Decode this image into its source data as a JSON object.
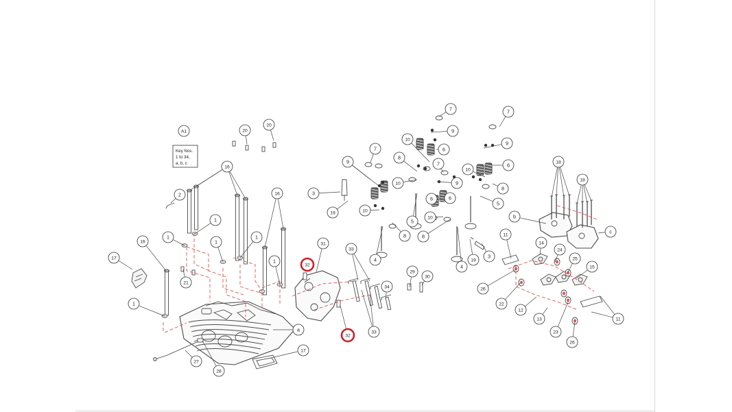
{
  "diagram": {
    "assembly_label": "A1",
    "key_note": [
      "Key Nos.",
      "1 to 34,",
      "a, b, c"
    ],
    "highlight_color": "#cc1f2a",
    "dash_color": "#e05050",
    "callouts": [
      {
        "id": "c7a",
        "text": "7"
      },
      {
        "id": "c7b",
        "text": "7"
      },
      {
        "id": "c9a",
        "text": "9"
      },
      {
        "id": "c9b",
        "text": "9"
      },
      {
        "id": "c10a",
        "text": "10"
      },
      {
        "id": "c6a",
        "text": "6"
      },
      {
        "id": "c6b",
        "text": "6"
      },
      {
        "id": "c7c",
        "text": "7"
      },
      {
        "id": "c7d",
        "text": "7"
      },
      {
        "id": "c8a",
        "text": "8"
      },
      {
        "id": "c9c",
        "text": "9"
      },
      {
        "id": "c10b",
        "text": "10"
      },
      {
        "id": "c10c",
        "text": "10"
      },
      {
        "id": "c8b",
        "text": "8"
      },
      {
        "id": "c9d",
        "text": "9"
      },
      {
        "id": "c6c",
        "text": "6"
      },
      {
        "id": "c3a",
        "text": "3"
      },
      {
        "id": "c19a",
        "text": "19"
      },
      {
        "id": "c10d",
        "text": "10"
      },
      {
        "id": "c5a",
        "text": "5"
      },
      {
        "id": "c8c",
        "text": "8"
      },
      {
        "id": "c4a",
        "text": "4"
      },
      {
        "id": "c6d",
        "text": "6"
      },
      {
        "id": "c10e",
        "text": "10"
      },
      {
        "id": "c5b",
        "text": "5"
      },
      {
        "id": "c8d",
        "text": "8"
      },
      {
        "id": "c4b",
        "text": "4"
      },
      {
        "id": "c19b",
        "text": "19"
      },
      {
        "id": "c3b",
        "text": "3"
      },
      {
        "id": "cA1",
        "text": "A1"
      },
      {
        "id": "c20a",
        "text": "20"
      },
      {
        "id": "c20b",
        "text": "20"
      },
      {
        "id": "c16a",
        "text": "16"
      },
      {
        "id": "c2",
        "text": "2"
      },
      {
        "id": "c1a",
        "text": "1"
      },
      {
        "id": "c1b",
        "text": "1"
      },
      {
        "id": "c1c",
        "text": "1"
      },
      {
        "id": "c1d",
        "text": "1"
      },
      {
        "id": "c1e",
        "text": "1"
      },
      {
        "id": "c16b",
        "text": "16"
      },
      {
        "id": "c16c",
        "text": "16"
      },
      {
        "id": "c17a",
        "text": "17"
      },
      {
        "id": "c21",
        "text": "21"
      },
      {
        "id": "c1f",
        "text": "1"
      },
      {
        "id": "ca",
        "text": "a"
      },
      {
        "id": "c27",
        "text": "27"
      },
      {
        "id": "c28",
        "text": "28"
      },
      {
        "id": "c17b",
        "text": "17"
      },
      {
        "id": "c31",
        "text": "31"
      },
      {
        "id": "c32a",
        "text": "32"
      },
      {
        "id": "c33a",
        "text": "33"
      },
      {
        "id": "c34",
        "text": "34"
      },
      {
        "id": "c33b",
        "text": "33"
      },
      {
        "id": "c32b",
        "text": "32"
      },
      {
        "id": "c29",
        "text": "29"
      },
      {
        "id": "c30",
        "text": "30"
      },
      {
        "id": "c18a",
        "text": "18"
      },
      {
        "id": "c18b",
        "text": "18"
      },
      {
        "id": "cb",
        "text": "b"
      },
      {
        "id": "cc",
        "text": "c"
      },
      {
        "id": "c11a",
        "text": "11"
      },
      {
        "id": "c14",
        "text": "14"
      },
      {
        "id": "c24",
        "text": "24"
      },
      {
        "id": "c25",
        "text": "25"
      },
      {
        "id": "c15",
        "text": "15"
      },
      {
        "id": "c26a",
        "text": "26"
      },
      {
        "id": "c22",
        "text": "22"
      },
      {
        "id": "c12",
        "text": "12"
      },
      {
        "id": "c13",
        "text": "13"
      },
      {
        "id": "c23",
        "text": "23"
      },
      {
        "id": "c11b",
        "text": "11"
      },
      {
        "id": "c26b",
        "text": "26"
      }
    ]
  }
}
